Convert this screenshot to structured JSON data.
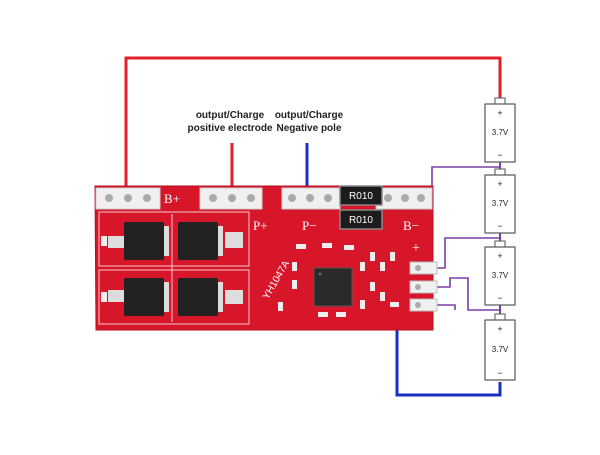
{
  "labels": {
    "positive_line1": "output/Charge",
    "positive_line2": "positive electrode",
    "negative_line1": "output/Charge",
    "negative_line2": "Negative pole"
  },
  "board": {
    "pad_b_plus": "B+",
    "pad_p_plus": "P+",
    "pad_p_minus": "P−",
    "pad_b_minus": "B−",
    "pad_plus": "+",
    "resistor_1": "R010",
    "resistor_2": "R010",
    "model_text": "YH1047A"
  },
  "cells": [
    {
      "label": "3.7V",
      "plus": "+",
      "minus": "−"
    },
    {
      "label": "3.7V",
      "plus": "+",
      "minus": "−"
    },
    {
      "label": "3.7V",
      "plus": "+",
      "minus": "−"
    },
    {
      "label": "3.7V",
      "plus": "+",
      "minus": "−"
    }
  ],
  "colors": {
    "positive_wire": "#e0202a",
    "negative_wire": "#1a2fc0",
    "balance_wire": "#7a3fa8",
    "pcb": "#d8162a"
  }
}
